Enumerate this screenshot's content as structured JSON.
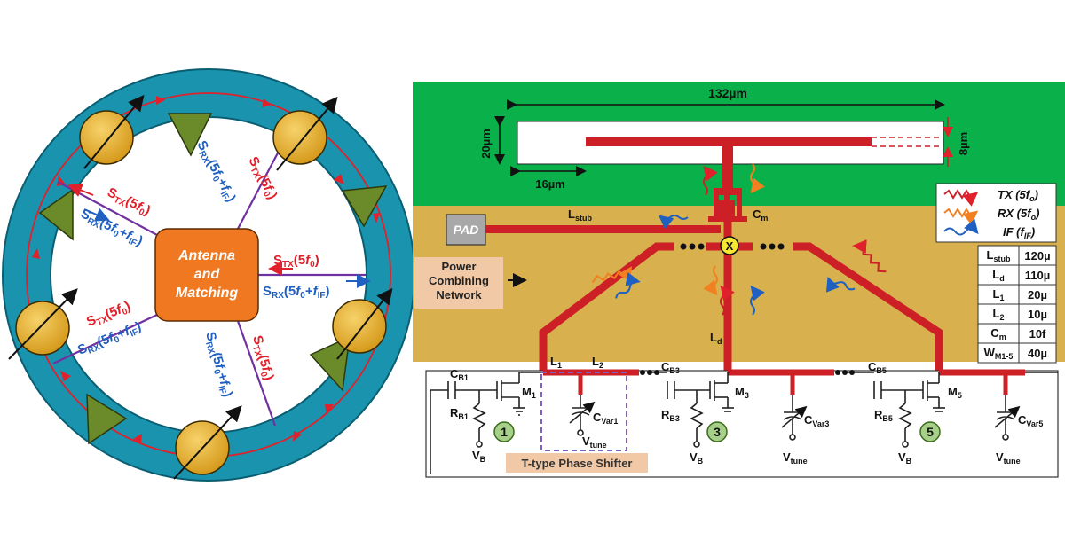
{
  "ring": {
    "center_box": {
      "line1": "Antenna",
      "line2": "and",
      "line3": "Matching"
    },
    "tx_label": "S",
    "tx_sub": "TX",
    "tx_arg": "(5",
    "rx_label": "S",
    "rx_sub": "RX",
    "rx_arg": "(5",
    "f0": "f",
    "f0_sub": "0",
    "fif": "f",
    "fif_sub": "IF",
    "plus": "+",
    "close": ")"
  },
  "layout": {
    "dim_132": "132µm",
    "dim_20": "20µm",
    "dim_16": "16µm",
    "dim_8": "8µm",
    "pad": "PAD",
    "lstub_main": "L",
    "lstub_sub": "stub",
    "cm_main": "C",
    "cm_sub": "m",
    "ld_main": "L",
    "ld_sub": "d",
    "x_node": "X",
    "pcn_line1": "Power",
    "pcn_line2": "Combining",
    "pcn_line3": "Network"
  },
  "legend": {
    "tx": "TX (5f",
    "tx_sub": "o",
    "tx_end": ")",
    "rx": "RX (5f",
    "rx_sub": "o",
    "rx_end": ")",
    "if": "IF (f",
    "if_sub": "IF",
    "if_end": ")"
  },
  "param_table": [
    {
      "main": "L",
      "sub": "stub",
      "value": "120µ"
    },
    {
      "main": "L",
      "sub": "d",
      "value": "110µ"
    },
    {
      "main": "L",
      "sub": "1",
      "value": "20µ"
    },
    {
      "main": "L",
      "sub": "2",
      "value": "10µ"
    },
    {
      "main": "C",
      "sub": "m",
      "value": "10f"
    },
    {
      "main": "W",
      "sub": "M1-5",
      "value": "40µ"
    }
  ],
  "circuit": {
    "cb1": "C",
    "cb1_sub": "B1",
    "rb1": "R",
    "rb1_sub": "B1",
    "m1": "M",
    "m1_sub": "1",
    "l1": "L",
    "l1_sub": "1",
    "l2": "L",
    "l2_sub": "2",
    "cvar1": "C",
    "cvar1_sub": "Var1",
    "vtune": "V",
    "vtune_sub": "tune",
    "vb": "V",
    "vb_sub": "B",
    "n1": "1",
    "cb3": "C",
    "cb3_sub": "B3",
    "rb3": "R",
    "rb3_sub": "B3",
    "m3": "M",
    "m3_sub": "3",
    "cvar3": "C",
    "cvar3_sub": "Var3",
    "n3": "3",
    "cb5": "C",
    "cb5_sub": "B5",
    "rb5": "R",
    "rb5_sub": "B5",
    "m5": "M",
    "m5_sub": "5",
    "cvar5": "C",
    "cvar5_sub": "Var5",
    "n5": "5",
    "phase_shifter": "T-type Phase Shifter"
  },
  "colors": {
    "ring": "#1a94ae",
    "ring_dark": "#0e6f86",
    "box": "#f07820",
    "purple": "#7030a0",
    "red": "#e0202a",
    "blue": "#2060c0",
    "green_bg": "#0ab04a",
    "gold_bg": "#d8b04e",
    "trace": "#cc1f26",
    "pa_gold": "#e8a92a",
    "tri": "#6b8a2a"
  }
}
